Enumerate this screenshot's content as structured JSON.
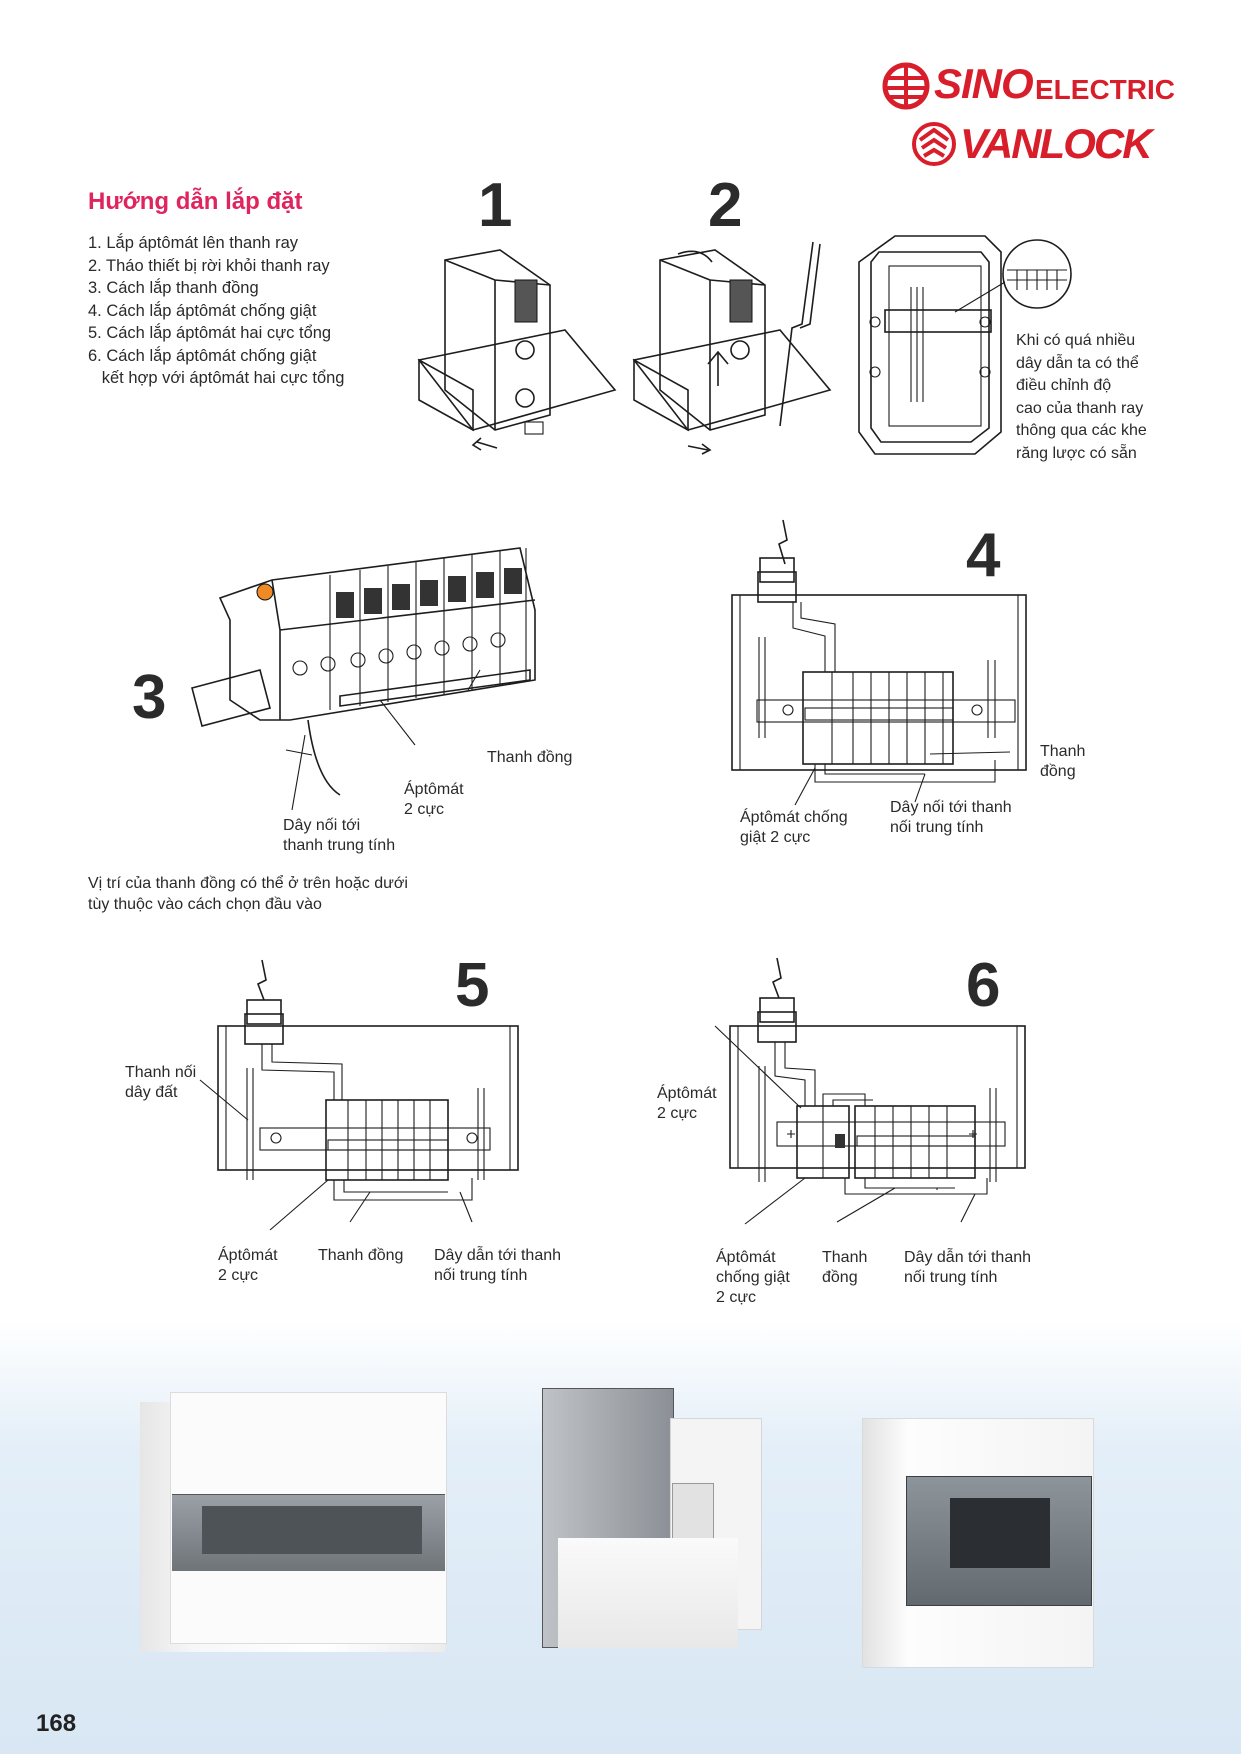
{
  "brand": {
    "sino": "SINO",
    "electric": "ELECTRIC",
    "vanlock": "VANLOCK",
    "colors": {
      "brand_red": "#d81e2a",
      "title_pink": "#e0245e",
      "text": "#2a2a2a"
    }
  },
  "section_title": "Hướng dẫn lắp đặt",
  "steps": [
    "1. Lắp áptômát lên thanh ray",
    "2. Tháo thiết bị rời khỏi thanh ray",
    "3. Cách lắp thanh đồng",
    "4. Cách lắp áptômát chống giật",
    "5. Cách lắp áptômát hai cực tổng",
    "6. Cách lắp áptômát chống giật",
    "   kết hợp với áptômát hai cực tổng"
  ],
  "figure_numbers": [
    "1",
    "2",
    "3",
    "4",
    "5",
    "6"
  ],
  "rail_note": "Khi có quá nhiều\ndây dẫn ta có thể\nđiều chỉnh độ\ncao của thanh ray\nthông qua các khe\nrăng lược có sẵn",
  "fig3": {
    "busbar": "Thanh đồng",
    "breaker": "Áptômát\n2 cực",
    "neutral_wire": "Dây nối tới\nthanh trung tính"
  },
  "position_note": "Vị trí của thanh đồng có thể ở trên hoặc dưới\ntùy thuộc vào cách chọn đầu vào",
  "fig4": {
    "busbar": "Thanh\nđồng",
    "rcd": "Áptômát chống\ngiật 2 cực",
    "neutral_wire": "Dây nối tới thanh\nnối trung tính"
  },
  "fig5": {
    "earth_bar": "Thanh nối\ndây đất",
    "breaker": "Áptômát\n2 cực",
    "busbar": "Thanh đồng",
    "neutral_wire": "Dây dẫn tới thanh\nnối trung tính"
  },
  "fig6": {
    "breaker": "Áptômát\n2 cực",
    "rcd": "Áptômát\nchống giật\n2 cực",
    "busbar": "Thanh\nđồng",
    "neutral_wire": "Dây dẫn tới thanh\nnối trung tính"
  },
  "products": [
    "white-enclosure-grey-window",
    "enclosure-open-smoked-door",
    "enclosure-dark-window"
  ],
  "page_number": "168"
}
